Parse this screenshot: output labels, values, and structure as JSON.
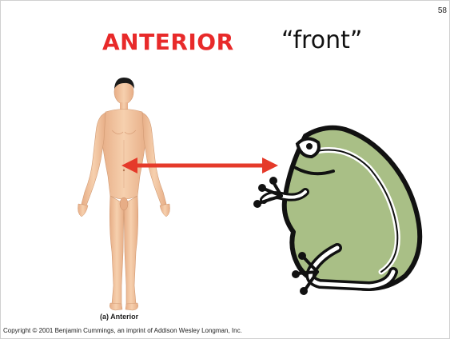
{
  "slide": {
    "page_number": "58",
    "title": "ANTERIOR",
    "subtitle": "“front”",
    "human_caption": "(a) Anterior",
    "copyright": "Copyright © 2001 Benjamin Cummings, an imprint of Addison Wesley Longman, Inc."
  },
  "colors": {
    "title": "#e82a2a",
    "arrow": "#e53a2a",
    "skin": "#f4c7a0",
    "skin_shade": "#e3a77f",
    "hair": "#1a1a1a",
    "frog_fill": "#a9bf86",
    "frog_outline": "#111111"
  },
  "icons": {
    "human": "human-figure-anterior",
    "frog": "frog-illustration",
    "arrow": "double-headed-arrow"
  }
}
